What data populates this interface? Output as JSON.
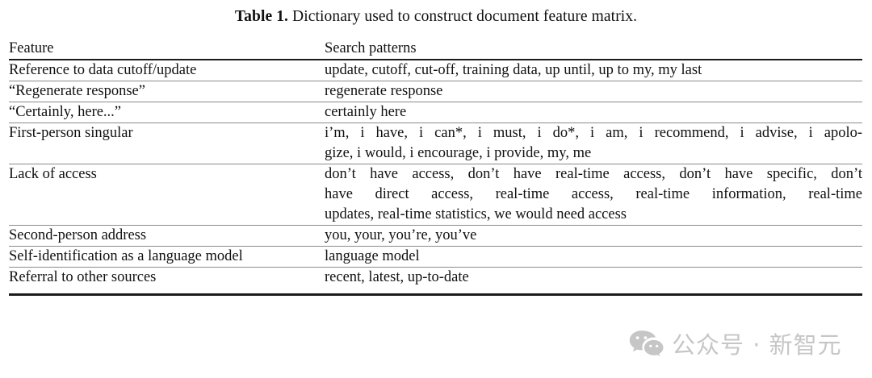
{
  "caption": {
    "label": "Table 1.",
    "text": " Dictionary used to construct document feature matrix."
  },
  "table": {
    "columns": [
      "Feature",
      "Search patterns"
    ],
    "rows": [
      {
        "feature": "Reference to data cutoff/update",
        "pattern_lines": [
          "update, cutoff, cut-off, training data, up until, up to my, my last"
        ],
        "pattern_full": "update, cutoff, cut-off, training data, up until, up to my, my last"
      },
      {
        "feature": "“Regenerate response”",
        "pattern_lines": [
          "regenerate response"
        ],
        "pattern_full": "regenerate response"
      },
      {
        "feature": "“Certainly, here...”",
        "pattern_lines": [
          "certainly here"
        ],
        "pattern_full": "certainly here"
      },
      {
        "feature": "First-person singular",
        "pattern_lines": [
          "i’m, i have, i can*, i must, i do*, i am, i recommend, i advise, i apolo-",
          "gize, i would, i encourage, i provide, my, me"
        ],
        "pattern_full": "i’m, i have, i can*, i must, i do*, i am, i recommend, i advise, i apologize, i would, i encourage, i provide, my, me"
      },
      {
        "feature": "Lack of access",
        "pattern_lines": [
          "don’t have access, don’t have real-time access, don’t have specific, don’t",
          "have direct access, real-time access, real-time information, real-time",
          "updates, real-time statistics, we would need access"
        ],
        "pattern_full": "don’t have access, don’t have real-time access, don’t have specific, don’t have direct access, real-time access, real-time information, real-time updates, real-time statistics, we would need access"
      },
      {
        "feature": "Second-person address",
        "pattern_lines": [
          "you, your, you’re, you’ve"
        ],
        "pattern_full": "you, your, you’re, you’ve"
      },
      {
        "feature": "Self-identification as a language model",
        "pattern_lines": [
          "language model"
        ],
        "pattern_full": "language model"
      },
      {
        "feature": "Referral to other sources",
        "pattern_lines": [
          "recent, latest, up-to-date"
        ],
        "pattern_full": "recent, latest, up-to-date"
      }
    ]
  },
  "watermark": {
    "text": "公众号 · 新智元",
    "icon": "wechat-icon",
    "color": "#c6c6c6"
  },
  "colors": {
    "page_background": "#ffffff",
    "text": "#111111",
    "heavy_rule": "#1b1b1b",
    "light_rule": "#8a8a8a",
    "watermark": "#c6c6c6"
  }
}
